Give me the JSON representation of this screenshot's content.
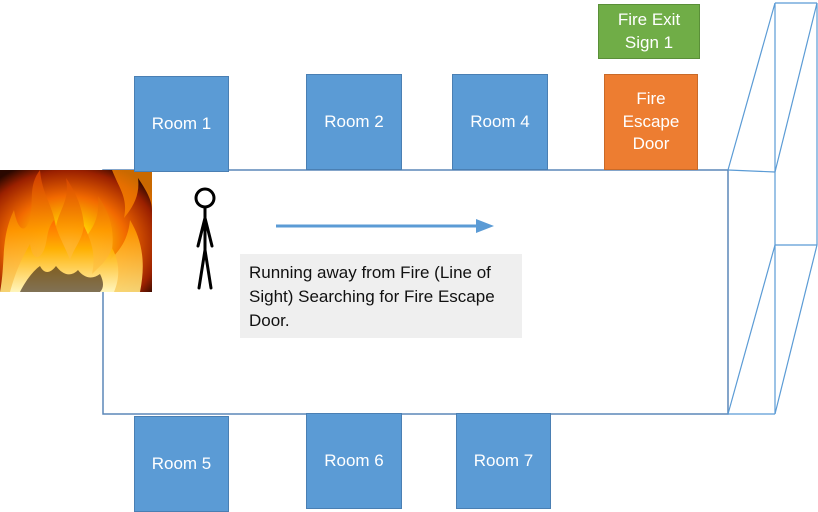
{
  "rooms_top": [
    {
      "label": "Room 1"
    },
    {
      "label": "Room 2"
    },
    {
      "label": "Room 4"
    }
  ],
  "rooms_bottom": [
    {
      "label": "Room 5"
    },
    {
      "label": "Room 6"
    },
    {
      "label": "Room 7"
    }
  ],
  "fire_escape_door": {
    "label": "Fire Escape Door"
  },
  "fire_exit_sign": {
    "label": "Fire Exit Sign 1"
  },
  "caption": "Running away from Fire (Line of Sight) Searching for Fire Escape Door.",
  "colors": {
    "room": "#5b9bd5",
    "door": "#ed7d31",
    "sign": "#70ad47",
    "outline": "#5b87b8",
    "arrow": "#5b9bd5"
  },
  "icons": {
    "fire": "fire-image",
    "person": "stick-figure-icon",
    "direction": "arrow-right-icon"
  }
}
